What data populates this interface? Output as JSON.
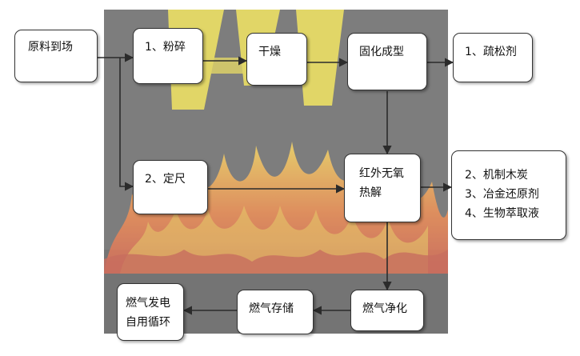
{
  "nodes": {
    "raw_material": "原料到场",
    "crushing": "1、粉碎",
    "drying": "干燥",
    "solidify": "固化成型",
    "loose_agent": "1、疏松剂",
    "cut_to_size": "2、定尺",
    "pyrolysis": [
      "红外无氧",
      "热解"
    ],
    "products": [
      "2、机制木炭",
      "3、冶金还原剂",
      "4、生物萃取液"
    ],
    "gas_purify": "燃气净化",
    "gas_storage": "燃气存储",
    "gas_power": [
      "燃气发电",
      "自用循环"
    ]
  },
  "colors": {
    "panel": "#4b4b4b",
    "panel_dark": "#3a3a3a",
    "flame_orange": "#e8661a",
    "flame_red": "#c8351c",
    "flame_yellow": "#f6cc2e",
    "logo_yellow": "#e6d42a",
    "box_border": "#333333",
    "arrow": "#2b2b2b"
  }
}
